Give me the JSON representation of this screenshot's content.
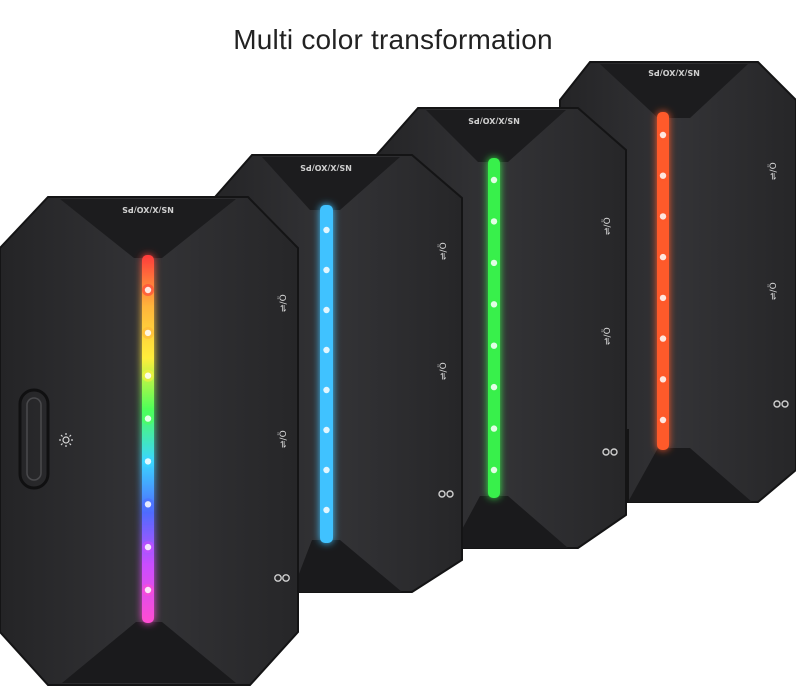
{
  "caption": "Multi color transformation",
  "product": {
    "brand_label": "NS/X/XO/PS",
    "port_label": "⇌/Ö",
    "icons": {
      "usb_port": "usb-port-icon",
      "gamepad": "gamepad-icon",
      "light": "sun-icon"
    }
  },
  "colors": {
    "body": "#2c2c2e",
    "body_edge": "#151516",
    "cap": "#1d1d1f",
    "rainbow": [
      "#ff3b3b",
      "#ffb53b",
      "#ffee3b",
      "#4dff5a",
      "#3bd6ff",
      "#4f6bff",
      "#c94dff",
      "#ff4dd2"
    ],
    "blue": "#3fc2ff",
    "green": "#39f04b",
    "red": "#ff5a2a"
  },
  "devices": [
    {
      "id": "rainbow",
      "led_style": "rainbow"
    },
    {
      "id": "blue",
      "led_style": "blue"
    },
    {
      "id": "green",
      "led_style": "green"
    },
    {
      "id": "red",
      "led_style": "red"
    }
  ]
}
